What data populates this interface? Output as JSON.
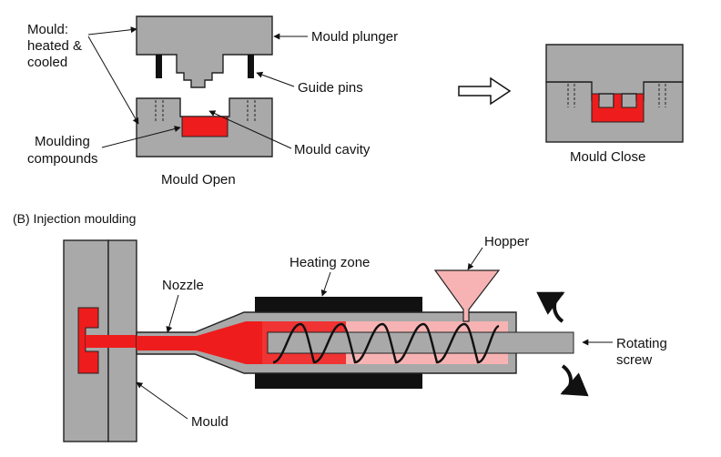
{
  "labels": {
    "mould_heated_line1": "Mould:",
    "mould_heated_line2": "heated &",
    "mould_heated_line3": "cooled",
    "mould_plunger": "Mould plunger",
    "guide_pins": "Guide pins",
    "moulding_compounds_line1": "Moulding",
    "moulding_compounds_line2": "compounds",
    "mould_cavity": "Mould cavity",
    "mould_open": "Mould Open",
    "mould_close": "Mould Close",
    "section_b": "(B)  Injection moulding",
    "nozzle": "Nozzle",
    "heating_zone": "Heating zone",
    "hopper": "Hopper",
    "rotating_screw_line1": "Rotating",
    "rotating_screw_line2": "screw",
    "mould": "Mould"
  },
  "colors": {
    "metal": "#a9a9a9",
    "plastic": "#ee1c1c",
    "plastic_light": "#f7b3b3",
    "heater": "#111111",
    "outline": "#222222"
  }
}
